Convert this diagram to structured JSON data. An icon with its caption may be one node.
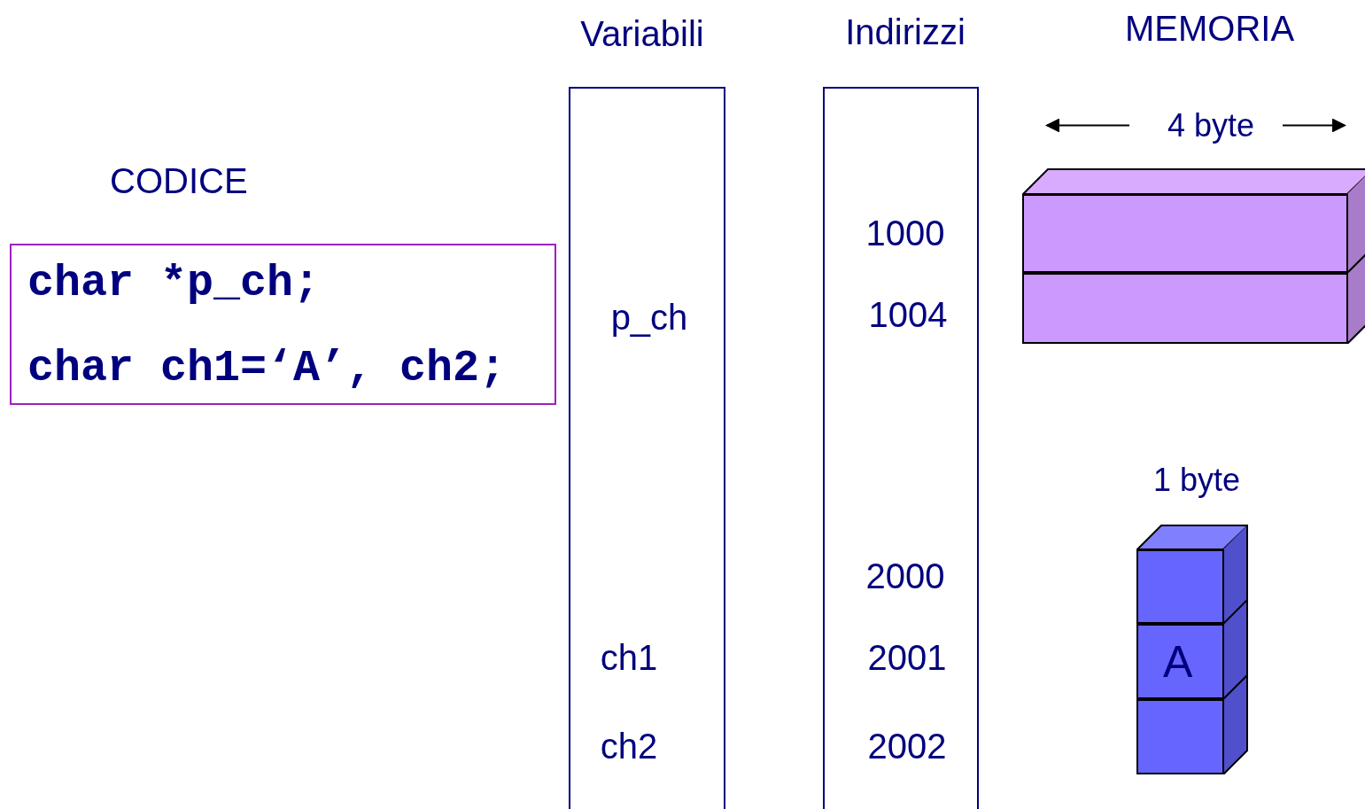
{
  "diagram": {
    "nodes": [
      {
        "text": [
          "CODICE",
          "char *p_ch;",
          "char ch1=‘A’, ch2;"
        ]
      },
      {
        "text": [
          "Variabili",
          "p_ch",
          "ch1",
          "ch2"
        ]
      },
      {
        "text": [
          "Indirizzi",
          "1000",
          "1004",
          "2000",
          "2001",
          "2002"
        ]
      },
      {
        "text": [],
        "shape": "box"
      },
      {
        "text": [],
        "shape": "box"
      },
      {
        "text": [],
        "shape": "box"
      },
      {
        "text": [
          "A"
        ]
      },
      {
        "text": [],
        "shape": "box"
      }
    ],
    "labels": [
      "MEMORIA",
      "4 byte",
      "1 byte"
    ]
  }
}
